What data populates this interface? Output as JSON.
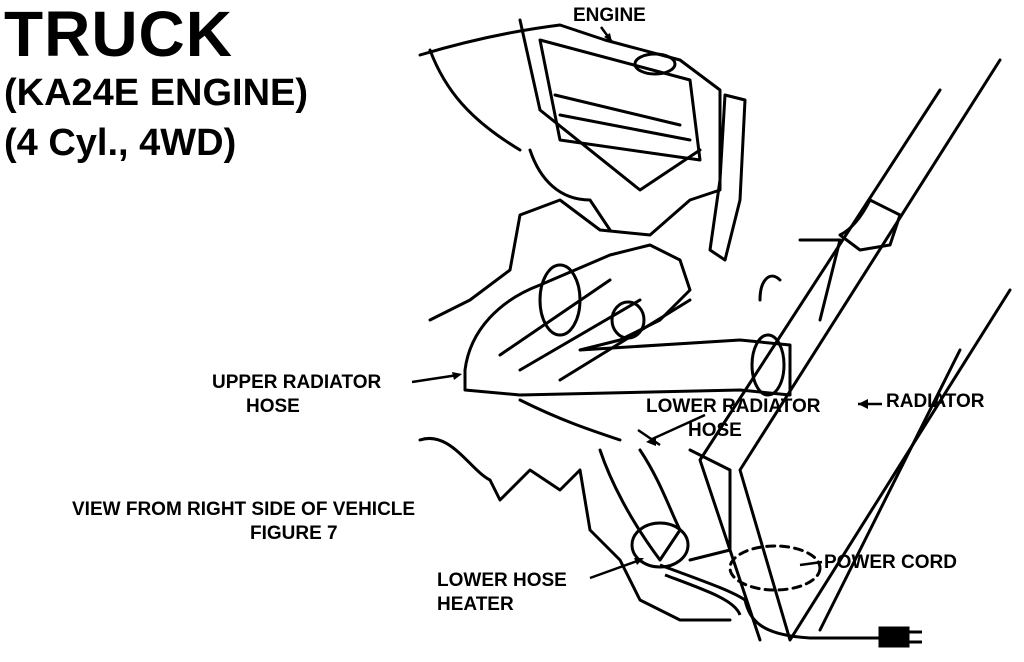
{
  "title": {
    "line1": "TRUCK",
    "line2": "(KA24E ENGINE)",
    "line3": "(4 Cyl., 4WD)"
  },
  "labels": {
    "engine": "ENGINE",
    "upper_hose_1": "UPPER RADIATOR",
    "upper_hose_2": "HOSE",
    "lower_hose_1": "LOWER RADIATOR",
    "lower_hose_2": "HOSE",
    "radiator": "RADIATOR",
    "view_1": "VIEW FROM RIGHT SIDE OF VEHICLE",
    "view_2": "FIGURE 7",
    "power_cord": "POWER CORD",
    "heater_1": "LOWER HOSE",
    "heater_2": "HEATER"
  }
}
